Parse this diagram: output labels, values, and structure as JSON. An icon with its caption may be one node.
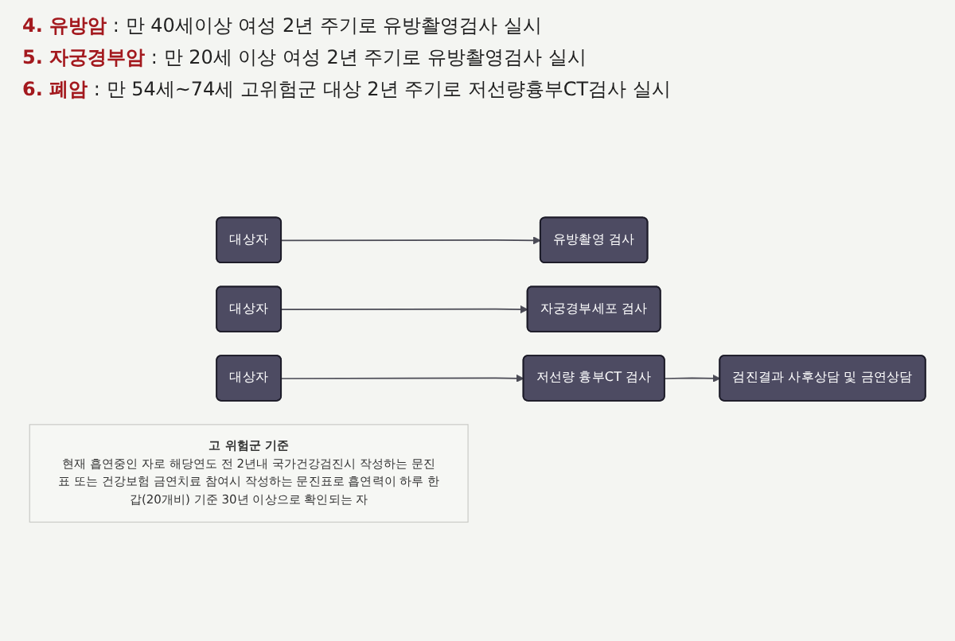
{
  "diagram": {
    "nodes": [
      {
        "text": [
          "대상자"
        ]
      },
      {
        "text": [
          "유방촬영 검사"
        ]
      },
      {
        "text": [
          "대상자"
        ]
      },
      {
        "text": [
          "자궁경부세포 검사"
        ]
      },
      {
        "text": [
          "대상자"
        ]
      },
      {
        "text": [
          "저선량 흉부CT 검사"
        ]
      },
      {
        "text": [
          "검진결과 사후상담 및 금연상담"
        ]
      },
      {
        "text": [
          "고 위험군 기준",
          "현재 흡연중인 자로 해당연도 전 2년내 국가건강검진시 작성하는 문진표 또는 건강보험 금연치료 참여시 작성하는 문진표로 흡연력이 하루 한갑(20개비) 기준 30년 이상으로 확인되는 자"
        ]
      }
    ],
    "edges": [
      {
        "from": 0,
        "to": 1,
        "arrow": "to"
      },
      {
        "from": 2,
        "to": 3,
        "arrow": "to"
      },
      {
        "from": 4,
        "to": 5,
        "arrow": "to"
      },
      {
        "from": 5,
        "to": 6,
        "arrow": "to"
      }
    ],
    "labels": [
      "**4. 유방암** : 만 40세이상 여성 2년 주기로 유방촬영검사 실시",
      "**5. 자궁경부암** : 만 20세 이상 여성 2년 주기로 유방촬영검사 실시",
      "**6. 폐암** : 만 54세~74세 고위험군 대상 2년 주기로 저선량흉부CT검사 실시"
    ]
  }
}
